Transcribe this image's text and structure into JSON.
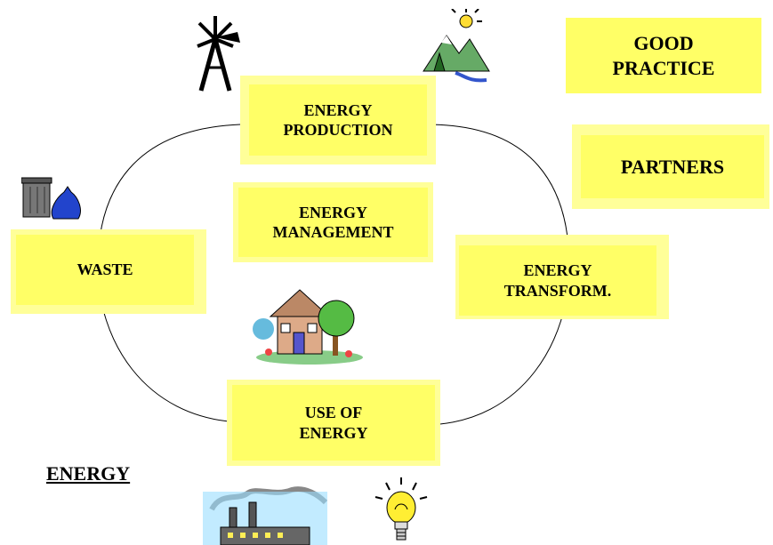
{
  "nodes": {
    "production": "ENERGY\nPRODUCTION",
    "management": "ENERGY\nMANAGEMENT",
    "waste": "WASTE",
    "transform": "ENERGY\nTRANSFORM.",
    "use": "USE OF\nENERGY"
  },
  "side": {
    "good_practice": "GOOD\nPRACTICE",
    "partners": "PARTNERS"
  },
  "footer": {
    "energy": "ENERGY"
  },
  "colors": {
    "box_outer": "#ffff99",
    "box_inner": "#ffff66",
    "stroke": "#000000"
  },
  "icons": [
    "windmill-icon",
    "mountain-sun-icon",
    "trash-bag-icon",
    "house-icon",
    "factory-icon",
    "lightbulb-icon"
  ]
}
